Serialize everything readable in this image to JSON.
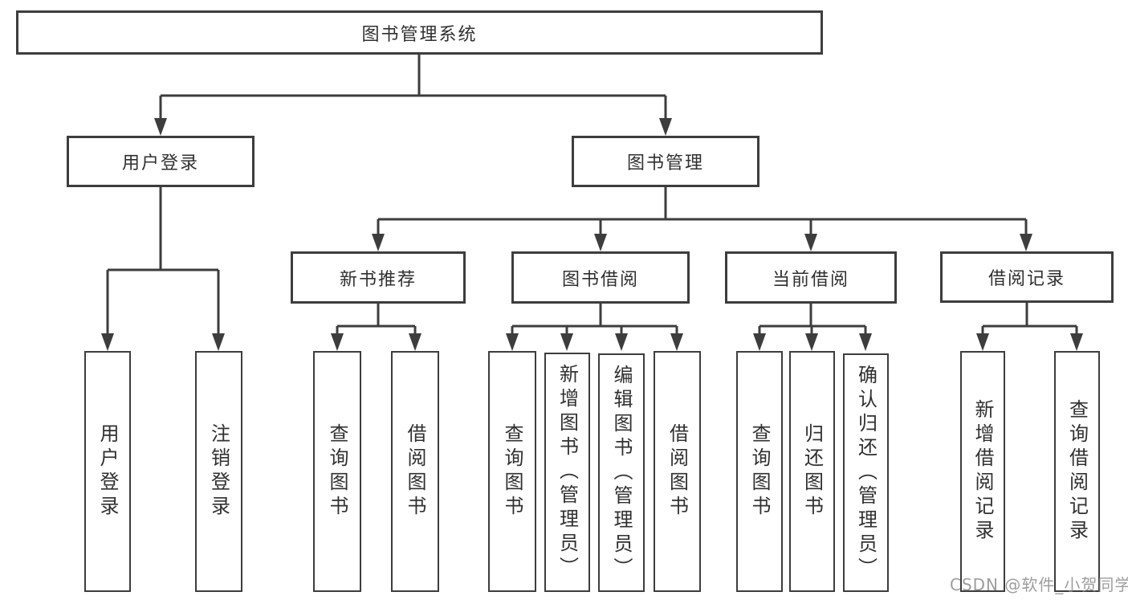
{
  "diagram_type": "hierarchy-tree",
  "colors": {
    "line": "#3d3d3d",
    "box_border": "#3d3d3d",
    "box_fill": "#ffffff",
    "text": "#303030",
    "watermark": "#878787"
  },
  "tree": {
    "label": "图书管理系统",
    "children": [
      {
        "label": "用户登录",
        "children": [
          {
            "label": "用户登录"
          },
          {
            "label": "注销登录"
          }
        ]
      },
      {
        "label": "图书管理",
        "children": [
          {
            "label": "新书推荐",
            "children": [
              {
                "label": "查询图书"
              },
              {
                "label": "借阅图书"
              }
            ]
          },
          {
            "label": "图书借阅",
            "children": [
              {
                "label": "查询图书"
              },
              {
                "label": "新增图书（管理员）"
              },
              {
                "label": "编辑图书（管理员）"
              },
              {
                "label": "借阅图书"
              }
            ]
          },
          {
            "label": "当前借阅",
            "children": [
              {
                "label": "查询图书"
              },
              {
                "label": "归还图书"
              },
              {
                "label": "确认归还（管理员）"
              }
            ]
          },
          {
            "label": "借阅记录",
            "children": [
              {
                "label": "新增借阅记录"
              },
              {
                "label": "查询借阅记录"
              }
            ]
          }
        ]
      }
    ]
  },
  "watermark": "CSDN @软件_小贺同学"
}
